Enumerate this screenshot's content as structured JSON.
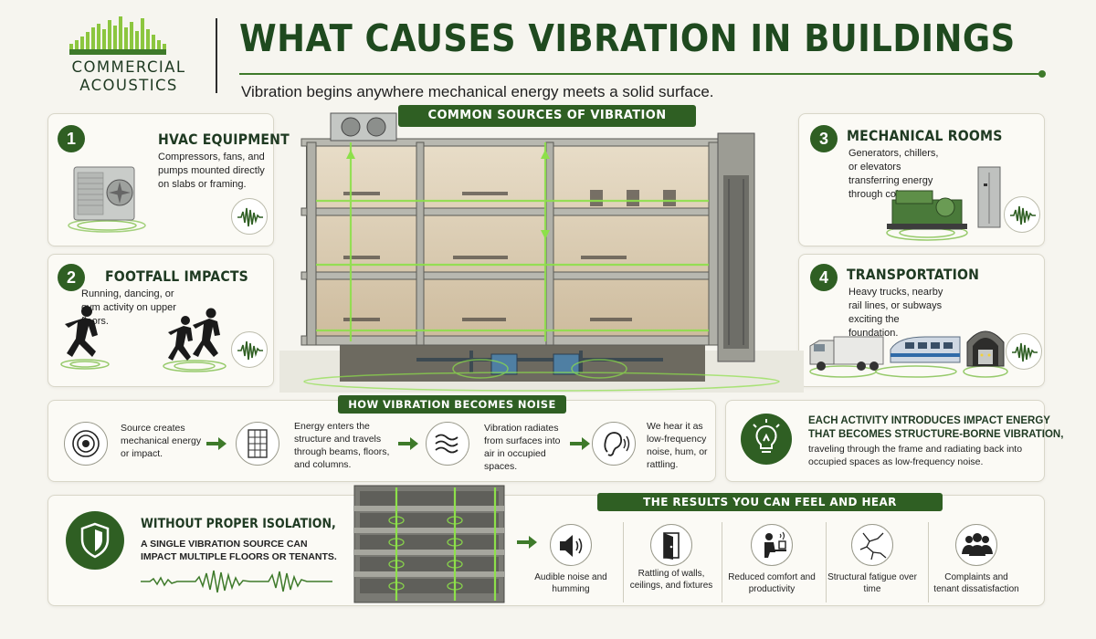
{
  "brand": {
    "line1": "COMMERCIAL",
    "line2": "ACOUSTICS",
    "accent": "#3e7a2a"
  },
  "header": {
    "title": "WHAT CAUSES VIBRATION IN BUILDINGS",
    "subtitle": "Vibration begins anywhere mechanical energy meets a solid surface."
  },
  "center": {
    "label": "COMMON SOURCES OF VIBRATION"
  },
  "sources": [
    {
      "num": "1",
      "title": "HVAC EQUIPMENT",
      "body": "Compressors, fans, and pumps mounted directly on slabs or framing.",
      "icon": "hvac-unit-icon"
    },
    {
      "num": "2",
      "title": "FOOTFALL IMPACTS",
      "body": "Running, dancing, or gym activity on upper floors.",
      "icon": "runners-icon"
    },
    {
      "num": "3",
      "title": "MECHANICAL ROOMS",
      "body": "Generators, chillers, or elevators transferring energy through columns.",
      "icon": "generator-icon"
    },
    {
      "num": "4",
      "title": "TRANSPORTATION",
      "body": "Heavy trucks, nearby rail lines, or subways exciting the foundation.",
      "icon": "truck-train-icon"
    }
  ],
  "process": {
    "label": "HOW VIBRATION BECOMES NOISE",
    "steps": [
      {
        "text": "Source creates mechanical energy or impact.",
        "icon": "target-rings-icon"
      },
      {
        "text": "Energy enters the structure and travels through beams, floors, and columns.",
        "icon": "building-frame-icon"
      },
      {
        "text": "Vibration radiates from surfaces into air in occupied spaces.",
        "icon": "waves-icon"
      },
      {
        "text": "We hear it as low-frequency noise, hum, or rattling.",
        "icon": "ear-icon"
      }
    ]
  },
  "impact": {
    "line1": "EACH ACTIVITY INTRODUCES IMPACT ENERGY",
    "line2": "THAT BECOMES STRUCTURE-BORNE VIBRATION,",
    "rest": "traveling through the frame and radiating back into occupied spaces as low-frequency noise."
  },
  "isolation": {
    "title": "WITHOUT PROPER ISOLATION,",
    "body": "A SINGLE VIBRATION SOURCE CAN IMPACT MULTIPLE FLOORS OR TENANTS."
  },
  "results": {
    "label": "THE RESULTS YOU CAN FEEL AND HEAR",
    "items": [
      {
        "text": "Audible noise and humming",
        "icon": "speaker-icon"
      },
      {
        "text": "Rattling of walls, ceilings, and fixtures",
        "icon": "door-icon"
      },
      {
        "text": "Reduced comfort and productivity",
        "icon": "worker-desk-icon"
      },
      {
        "text": "Structural fatigue over time",
        "icon": "crack-icon"
      },
      {
        "text": "Complaints and tenant dissatisfaction",
        "icon": "people-group-icon"
      }
    ]
  }
}
